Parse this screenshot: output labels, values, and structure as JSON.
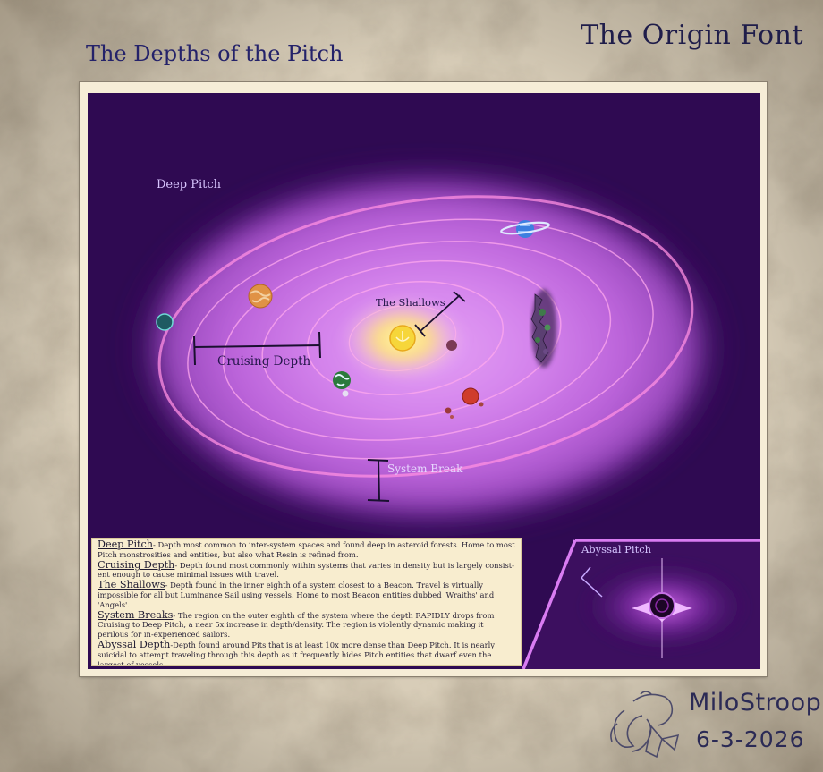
{
  "header": {
    "title": "The Origin Font",
    "subtitle": "The Depths of the Pitch"
  },
  "map_labels": {
    "deep_pitch": "Deep Pitch",
    "shallows": "The Shallows",
    "cruising_depth": "Cruising Depth",
    "system_break": "System Break",
    "abyssal_pitch": "Abyssal Pitch"
  },
  "legend": [
    {
      "term": "Deep Pitch",
      "text": "- Depth most common to inter-system spaces and found deep in asteroid forests. Home to most Pitch monstrosities and entities, but also what Resin is refined from."
    },
    {
      "term": "Cruising Depth",
      "text": "- Depth found most commonly within systems that varies in density but is largely consist-ent enough to cause minimal issues with travel."
    },
    {
      "term": "The Shallows",
      "text": "- Depth found in the inner eighth of a system closest to a Beacon. Travel is virtually impossible for all but Luminance Sail using vessels. Home to most Beacon entities dubbed 'Wraiths' and 'Angels'."
    },
    {
      "term": "System Breaks",
      "text": "- The region on the outer eighth of the system where the depth RAPIDLY drops from Cruising to Deep Pitch, a near 5x increase in depth/density. The region is violently dynamic making it perilous for in-experienced sailors."
    },
    {
      "term": "Abyssal Depth",
      "text": "-Depth found around Pits that is at least 10x more dense than Deep Pitch. It is nearly suicidal to attempt traveling through this depth as it frequently hides Pitch entities that dwarf even the largest of vessels."
    }
  ],
  "signature": {
    "name": "MiloStroop",
    "date": "6-3-2026"
  },
  "colors": {
    "space": "#2f0a52",
    "glow": "#d98cf0",
    "orbit": "#ff9ae8",
    "beacon": "#f6d63a",
    "ink": "#24226a",
    "legend_bg": "#f8edcf"
  }
}
